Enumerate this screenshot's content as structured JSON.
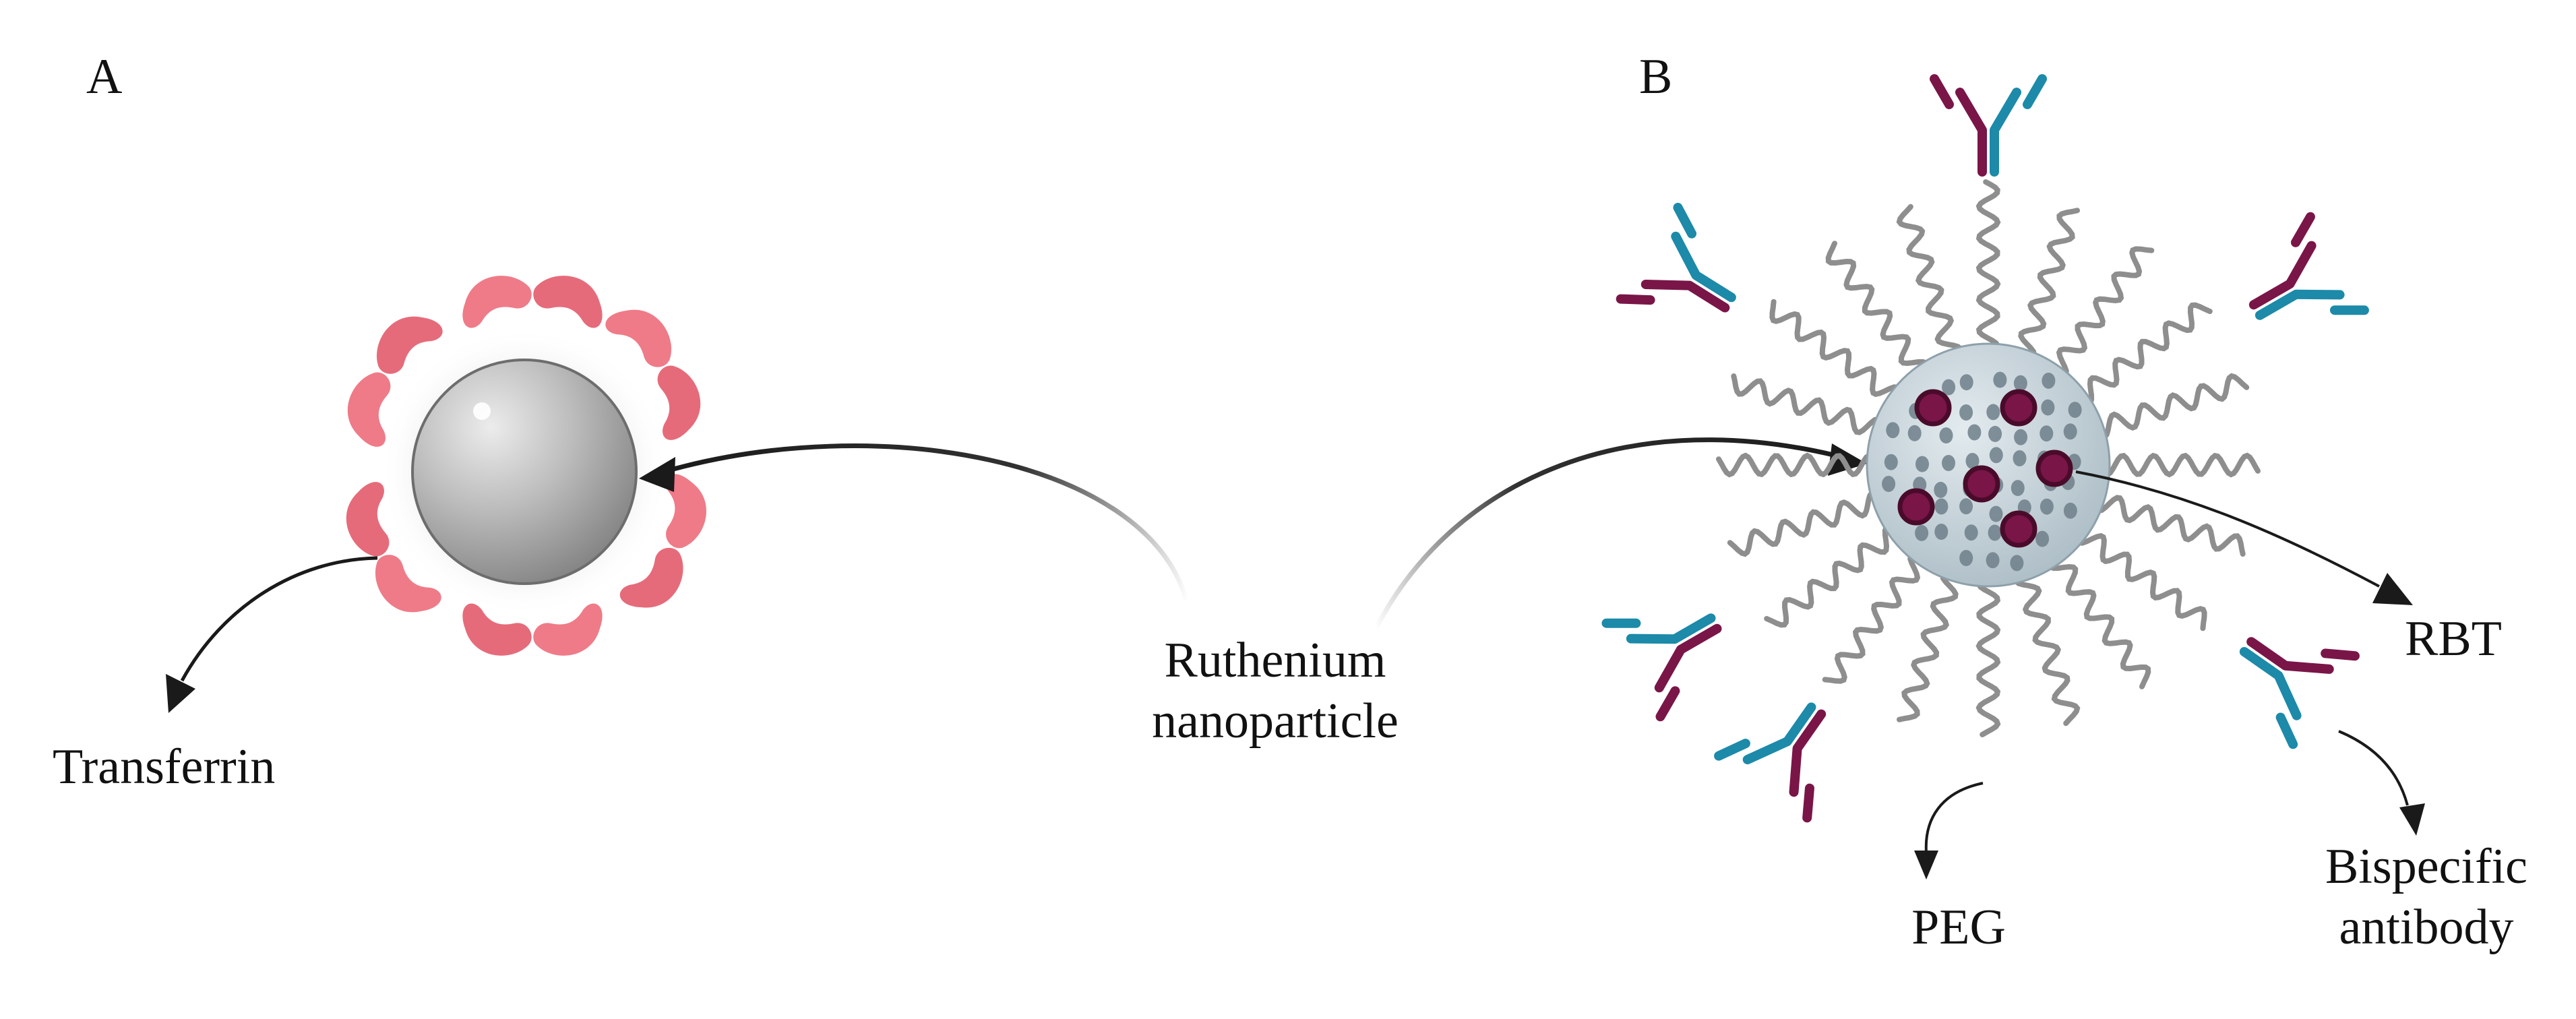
{
  "panels": {
    "a": "A",
    "b": "B"
  },
  "labels": {
    "transferrin": "Transferrin",
    "ruthenium_line1": "Ruthenium",
    "ruthenium_line2": "nanoparticle",
    "rbt": "RBT",
    "peg": "PEG",
    "bispecific_line1": "Bispecific",
    "bispecific_line2": "antibody"
  },
  "colors": {
    "transferrin_pink": "#ef7b88",
    "transferrin_pink_dark": "#d9606e",
    "nanoparticle_grey": "#a8a8a8",
    "peg_chain": "#8e8e8e",
    "core_fill": "#c9d5db",
    "core_dots": "#6f7f89",
    "rbt_purple": "#7a1548",
    "antibody_teal": "#1c8aa8",
    "antibody_purple": "#7a1548",
    "arrow": "#1a1a1a"
  },
  "icons": {
    "arrow": "curved-arrow-icon",
    "antibody": "y-shaped-antibody-icon"
  }
}
